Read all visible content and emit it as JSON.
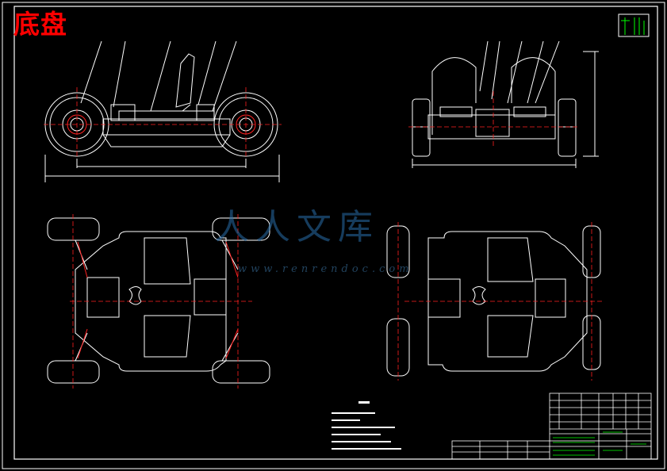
{
  "title": "底盘",
  "watermark": {
    "brand": "人人文库",
    "url": "www.renrendoc.com"
  },
  "colors": {
    "background": "#000000",
    "line": "#ffffff",
    "center_line": "#ff2020",
    "accent": "#00ff00",
    "title": "#ff0000",
    "watermark": "#2a6fa8"
  }
}
